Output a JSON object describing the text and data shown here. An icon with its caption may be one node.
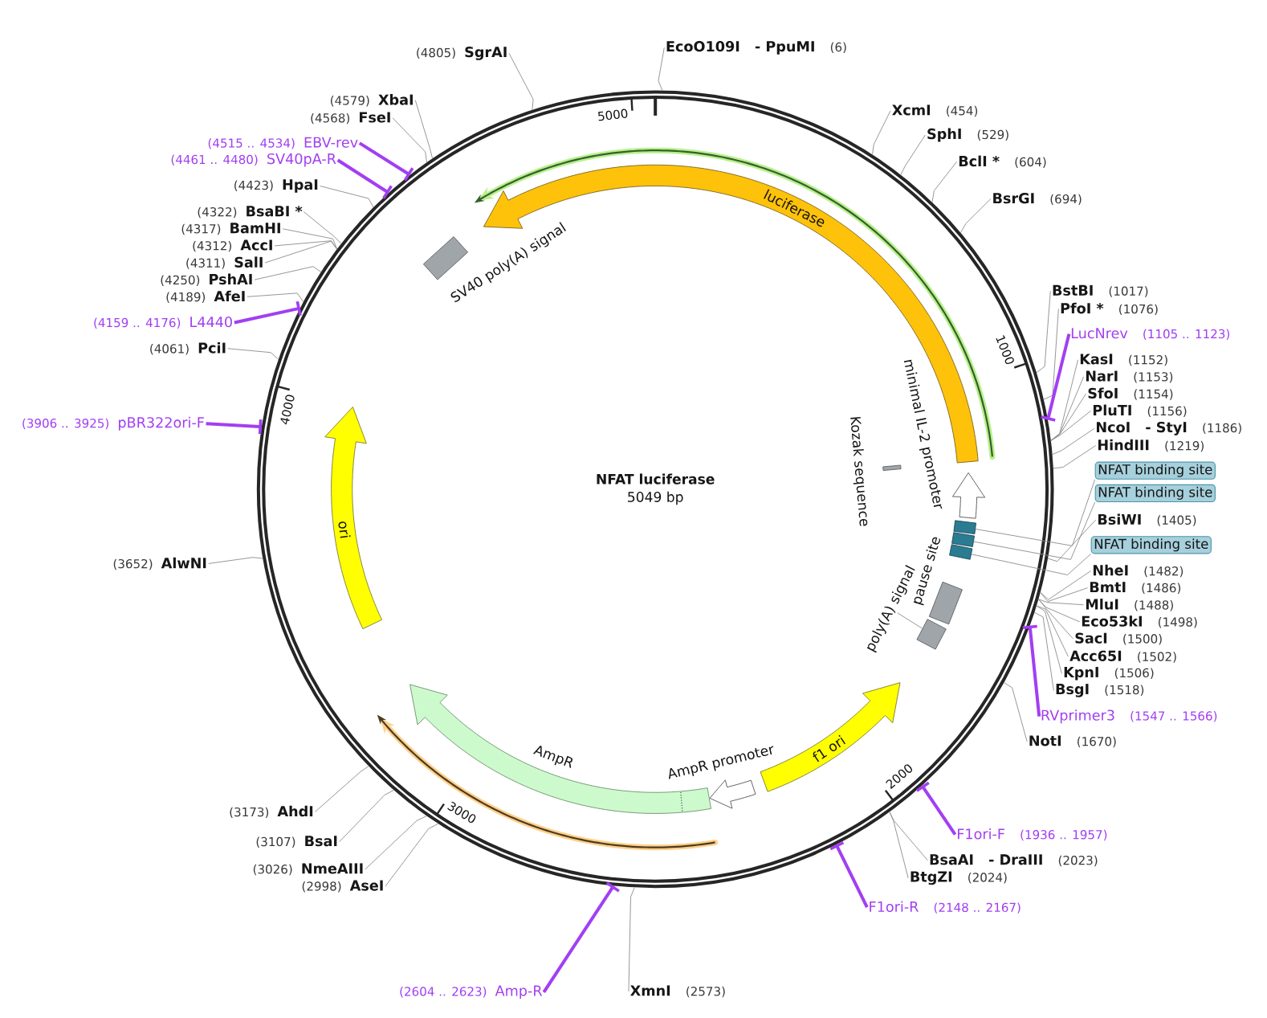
{
  "diagram": {
    "nodes": [
      {
        "text": [
          "NFAT luciferase",
          "5049 bp"
        ]
      },
      {
        "text": [
          "luciferase"
        ],
        "in": 0
      },
      {
        "text": [
          "Kozak sequence"
        ],
        "in": 0
      },
      {
        "text": [
          "minimal IL-2 promoter"
        ],
        "in": 0
      },
      {
        "text": [],
        "shape": "box",
        "in": 0
      },
      {
        "text": [],
        "shape": "box",
        "in": 0
      },
      {
        "text": [],
        "shape": "box",
        "in": 0
      },
      {
        "text": [
          "pause site"
        ],
        "in": 0
      },
      {
        "text": [
          "poly(A) signal"
        ],
        "in": 0
      },
      {
        "text": [],
        "shape": "box",
        "in": 0
      },
      {
        "text": [
          "f1 ori"
        ],
        "in": 0
      },
      {
        "text": [
          "AmpR promoter"
        ],
        "in": 0
      },
      {
        "text": [
          "AmpR"
        ],
        "in": 0
      },
      {
        "text": [
          "ori"
        ],
        "in": 0
      },
      {
        "text": [
          "SV40 poly(A) signal"
        ],
        "in": 0
      },
      {
        "text": [
          "EcoO109I",
          "- PpuMI",
          "(6)"
        ]
      },
      {
        "text": [
          "XcmI",
          "(454)"
        ]
      },
      {
        "text": [
          "SphI",
          "(529)"
        ]
      },
      {
        "text": [
          "BclI *",
          "(604)"
        ]
      },
      {
        "text": [
          "BsrGI",
          "(694)"
        ]
      },
      {
        "text": [
          "BstBI",
          "(1017)"
        ]
      },
      {
        "text": [
          "PfoI *",
          "(1076)"
        ]
      },
      {
        "text": [
          "LucNrev",
          "(1105 .. 1123)"
        ]
      },
      {
        "text": [
          "KasI",
          "(1152)"
        ]
      },
      {
        "text": [
          "NarI",
          "(1153)"
        ]
      },
      {
        "text": [
          "SfoI",
          "(1154)"
        ]
      },
      {
        "text": [
          "PluTI",
          "(1156)"
        ]
      },
      {
        "text": [
          "NcoI",
          "- StyI",
          "(1186)"
        ]
      },
      {
        "text": [
          "HindIII",
          "(1219)"
        ]
      },
      {
        "text": [
          "NFAT binding site"
        ]
      },
      {
        "text": [
          "NFAT binding site"
        ]
      },
      {
        "text": [
          "BsiWI",
          "(1405)"
        ]
      },
      {
        "text": [
          "NFAT binding site"
        ]
      },
      {
        "text": [
          "NheI",
          "(1482)"
        ]
      },
      {
        "text": [
          "BmtI",
          "(1486)"
        ]
      },
      {
        "text": [
          "MluI",
          "(1488)"
        ]
      },
      {
        "text": [
          "Eco53kI",
          "(1498)"
        ]
      },
      {
        "text": [
          "SacI",
          "(1500)"
        ]
      },
      {
        "text": [
          "Acc65I",
          "(1502)"
        ]
      },
      {
        "text": [
          "KpnI",
          "(1506)"
        ]
      },
      {
        "text": [
          "BsgI",
          "(1518)"
        ]
      },
      {
        "text": [
          "RVprimer3",
          "(1547 .. 1566)"
        ]
      },
      {
        "text": [
          "NotI",
          "(1670)"
        ]
      },
      {
        "text": [
          "F1ori-F",
          "(1936 .. 1957)"
        ]
      },
      {
        "text": [
          "BsaAI",
          "- DraIII",
          "(2023)"
        ]
      },
      {
        "text": [
          "BtgZI",
          "(2024)"
        ]
      },
      {
        "text": [
          "F1ori-R",
          "(2148 .. 2167)"
        ]
      },
      {
        "text": [
          "XmnI",
          "(2573)"
        ]
      },
      {
        "text": [
          "(2604 .. 2623)",
          "Amp-R"
        ]
      },
      {
        "text": [
          "(2998)",
          "AseI"
        ]
      },
      {
        "text": [
          "(3026)",
          "NmeAIII"
        ]
      },
      {
        "text": [
          "(3107)",
          "BsaI"
        ]
      },
      {
        "text": [
          "(3173)",
          "AhdI"
        ]
      },
      {
        "text": [
          "(3652)",
          "AlwNI"
        ]
      },
      {
        "text": [
          "(3906 .. 3925)",
          "pBR322ori-F"
        ]
      },
      {
        "text": [
          "(4061)",
          "PciI"
        ]
      },
      {
        "text": [
          "(4159 .. 4176)",
          "L4440"
        ]
      },
      {
        "text": [
          "(4189)",
          "AfeI"
        ]
      },
      {
        "text": [
          "(4250)",
          "PshAI"
        ]
      },
      {
        "text": [
          "(4311)",
          "SalI"
        ]
      },
      {
        "text": [
          "(4312)",
          "AccI"
        ]
      },
      {
        "text": [
          "(4317)",
          "BamHI"
        ]
      },
      {
        "text": [
          "(4322)",
          "BsaBI *"
        ]
      },
      {
        "text": [
          "(4423)",
          "HpaI"
        ]
      },
      {
        "text": [
          "(4461 .. 4480)",
          "SV40pA-R"
        ]
      },
      {
        "text": [
          "(4515 .. 4534)",
          "EBV-rev"
        ]
      },
      {
        "text": [
          "(4568)",
          "FseI"
        ]
      },
      {
        "text": [
          "(4579)",
          "XbaI"
        ]
      },
      {
        "text": [
          "(4805)",
          "SgrAI"
        ]
      }
    ],
    "edges": [
      {
        "from": 8,
        "to": 9,
        "arrow": "none"
      },
      {
        "from": 15,
        "to": 0,
        "arrow": "none"
      },
      {
        "from": 16,
        "to": 0,
        "arrow": "none"
      },
      {
        "from": 17,
        "to": 0,
        "arrow": "none"
      },
      {
        "from": 18,
        "to": 0,
        "arrow": "none"
      },
      {
        "from": 19,
        "to": 0,
        "arrow": "none"
      },
      {
        "from": 20,
        "to": 0,
        "arrow": "none"
      },
      {
        "from": 21,
        "to": 0,
        "arrow": "none"
      },
      {
        "from": 22,
        "to": 0,
        "arrow": "other",
        "style": "thick",
        "color": "#a23ff2"
      },
      {
        "from": 23,
        "to": 0,
        "arrow": "none"
      },
      {
        "from": 24,
        "to": 0,
        "arrow": "none"
      },
      {
        "from": 25,
        "to": 0,
        "arrow": "none"
      },
      {
        "from": 26,
        "to": 0,
        "arrow": "none"
      },
      {
        "from": 27,
        "to": 0,
        "arrow": "none"
      },
      {
        "from": 28,
        "to": 0,
        "arrow": "none"
      },
      {
        "from": 29,
        "to": 4,
        "arrow": "none"
      },
      {
        "from": 30,
        "to": 5,
        "arrow": "none"
      },
      {
        "from": 31,
        "to": 0,
        "arrow": "none"
      },
      {
        "from": 32,
        "to": 6,
        "arrow": "none"
      },
      {
        "from": 33,
        "to": 0,
        "arrow": "none"
      },
      {
        "from": 34,
        "to": 0,
        "arrow": "none"
      },
      {
        "from": 35,
        "to": 0,
        "arrow": "none"
      },
      {
        "from": 36,
        "to": 0,
        "arrow": "none"
      },
      {
        "from": 37,
        "to": 0,
        "arrow": "none"
      },
      {
        "from": 38,
        "to": 0,
        "arrow": "none"
      },
      {
        "from": 39,
        "to": 0,
        "arrow": "none"
      },
      {
        "from": 40,
        "to": 0,
        "arrow": "none"
      },
      {
        "from": 41,
        "to": 0,
        "arrow": "other",
        "style": "thick",
        "color": "#a23ff2"
      },
      {
        "from": 42,
        "to": 0,
        "arrow": "none"
      },
      {
        "from": 43,
        "to": 0,
        "arrow": "other",
        "style": "thick",
        "color": "#a23ff2"
      },
      {
        "from": 44,
        "to": 0,
        "arrow": "none"
      },
      {
        "from": 45,
        "to": 0,
        "arrow": "none"
      },
      {
        "from": 46,
        "to": 0,
        "arrow": "other",
        "style": "thick",
        "color": "#a23ff2"
      },
      {
        "from": 47,
        "to": 0,
        "arrow": "none"
      },
      {
        "from": 48,
        "to": 0,
        "arrow": "other",
        "style": "thick",
        "color": "#a23ff2"
      },
      {
        "from": 49,
        "to": 0,
        "arrow": "none"
      },
      {
        "from": 50,
        "to": 0,
        "arrow": "none"
      },
      {
        "from": 51,
        "to": 0,
        "arrow": "none"
      },
      {
        "from": 52,
        "to": 0,
        "arrow": "none"
      },
      {
        "from": 53,
        "to": 0,
        "arrow": "none"
      },
      {
        "from": 54,
        "to": 0,
        "arrow": "other",
        "style": "thick",
        "color": "#a23ff2"
      },
      {
        "from": 55,
        "to": 0,
        "arrow": "none"
      },
      {
        "from": 56,
        "to": 0,
        "arrow": "other",
        "style": "thick",
        "color": "#a23ff2"
      },
      {
        "from": 57,
        "to": 0,
        "arrow": "none"
      },
      {
        "from": 58,
        "to": 0,
        "arrow": "none"
      },
      {
        "from": 59,
        "to": 0,
        "arrow": "none"
      },
      {
        "from": 60,
        "to": 0,
        "arrow": "none"
      },
      {
        "from": 61,
        "to": 0,
        "arrow": "none"
      },
      {
        "from": 62,
        "to": 0,
        "arrow": "none"
      },
      {
        "from": 63,
        "to": 0,
        "arrow": "none"
      },
      {
        "from": 64,
        "to": 0,
        "arrow": "other",
        "style": "thick",
        "color": "#a23ff2"
      },
      {
        "from": 65,
        "to": 0,
        "arrow": "other",
        "style": "thick",
        "color": "#a23ff2"
      },
      {
        "from": 66,
        "to": 0,
        "arrow": "none"
      },
      {
        "from": 67,
        "to": 0,
        "arrow": "none"
      },
      {
        "from": 68,
        "to": 0,
        "arrow": "none"
      }
    ],
    "labels": [
      "5000",
      "1000",
      "4000",
      "2000",
      "3000"
    ]
  }
}
